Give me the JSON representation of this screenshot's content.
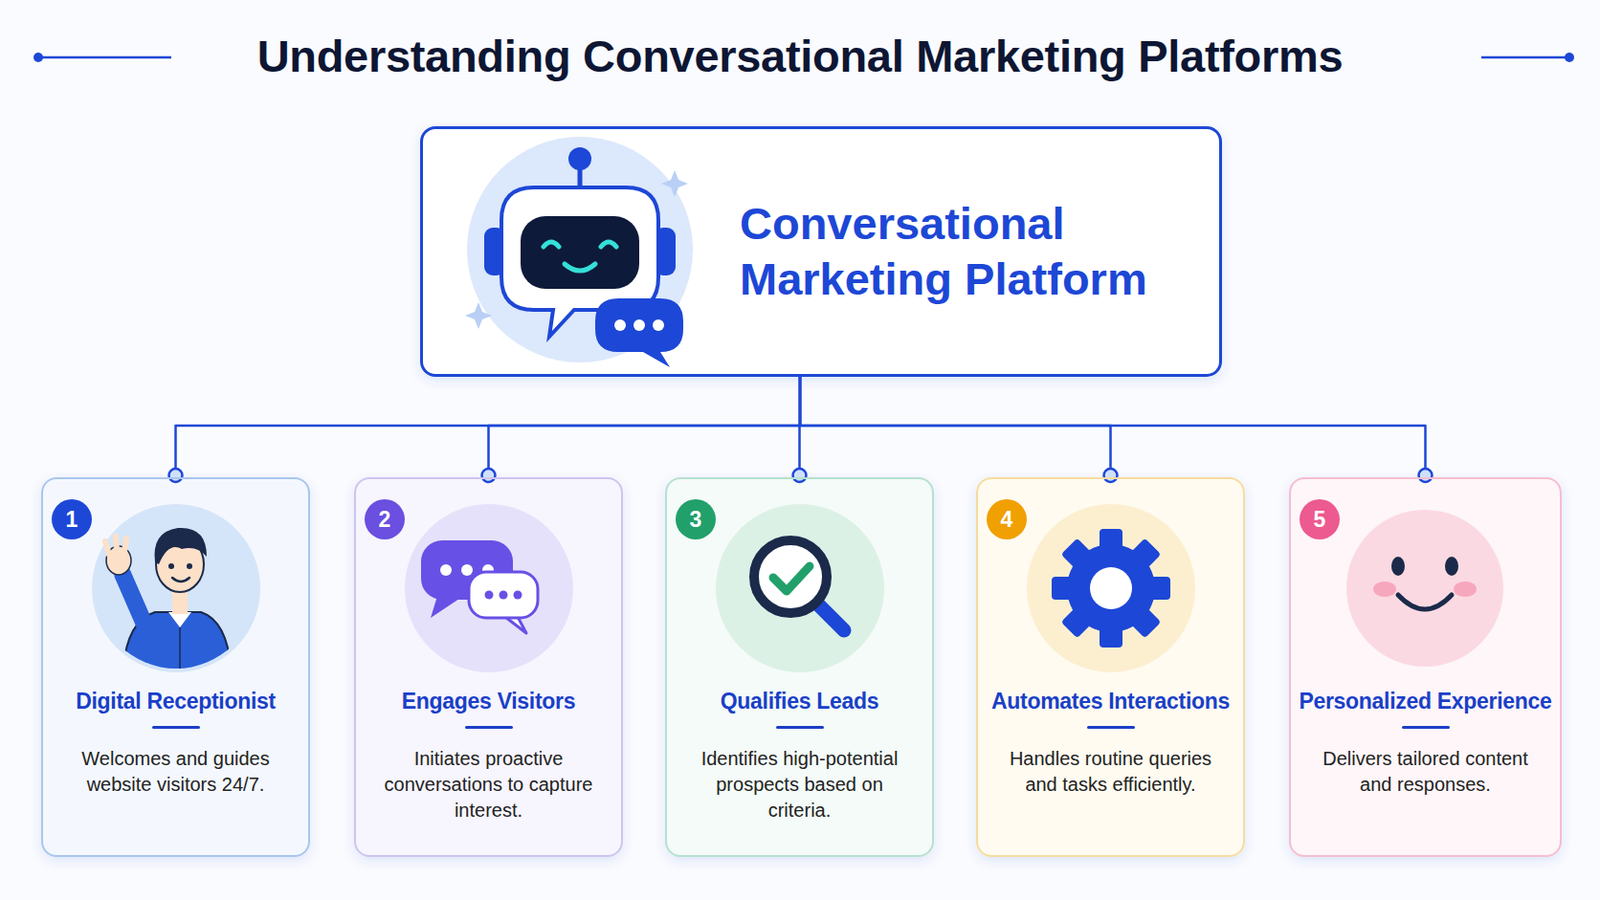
{
  "diagram": {
    "title": "Understanding Conversational Marketing Platforms",
    "nodes": [
      {
        "text": [
          "Conversational Marketing Platform"
        ]
      },
      {
        "text": [
          "Digital Receptionist",
          "Welcomes and guides website visitors 24/7."
        ]
      },
      {
        "text": [
          "Engages Visitors",
          "Initiates proactive conversations to capture interest."
        ]
      },
      {
        "text": [
          "Qualifies Leads",
          "Identifies high-potential prospects based on criteria."
        ]
      },
      {
        "text": [
          "Automates Interactions",
          "Handles routine queries and tasks efficiently."
        ]
      },
      {
        "text": [
          "Personalized Experience",
          "Delivers tailored content and responses."
        ]
      }
    ],
    "edges": [
      {
        "from": 0,
        "to": 1,
        "arrow": "none"
      },
      {
        "from": 0,
        "to": 2,
        "arrow": "none"
      },
      {
        "from": 0,
        "to": 3,
        "arrow": "none"
      },
      {
        "from": 0,
        "to": 4,
        "arrow": "none"
      },
      {
        "from": 0,
        "to": 5,
        "arrow": "none"
      }
    ],
    "labels": [
      "1",
      "2",
      "3",
      "4",
      "5"
    ]
  }
}
